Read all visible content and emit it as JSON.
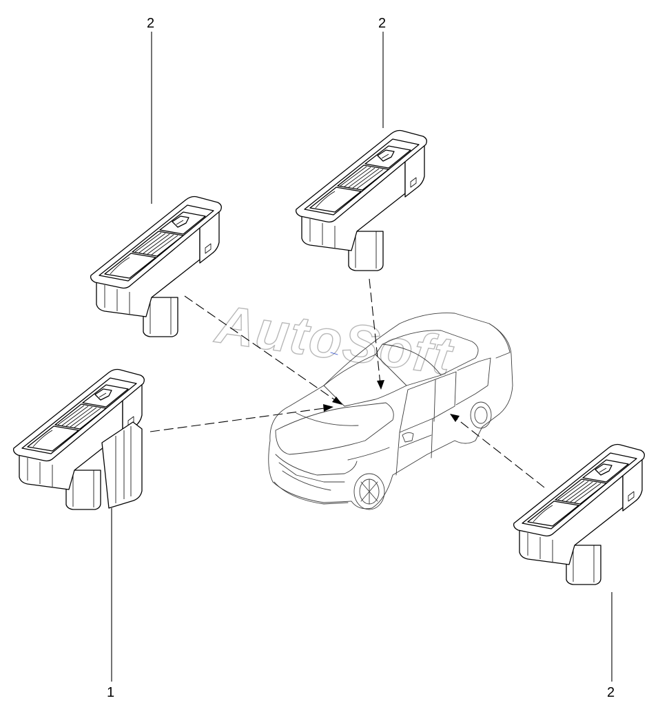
{
  "callouts": [
    {
      "id": "switch-top-left",
      "label": "2"
    },
    {
      "id": "switch-top-center",
      "label": "2"
    },
    {
      "id": "switch-driver",
      "label": "1"
    },
    {
      "id": "switch-bottom-right",
      "label": "2"
    }
  ],
  "watermark": "AutoSoft",
  "colors": {
    "line": "#000000",
    "watermark": "#b8b8b8",
    "background": "#ffffff"
  }
}
